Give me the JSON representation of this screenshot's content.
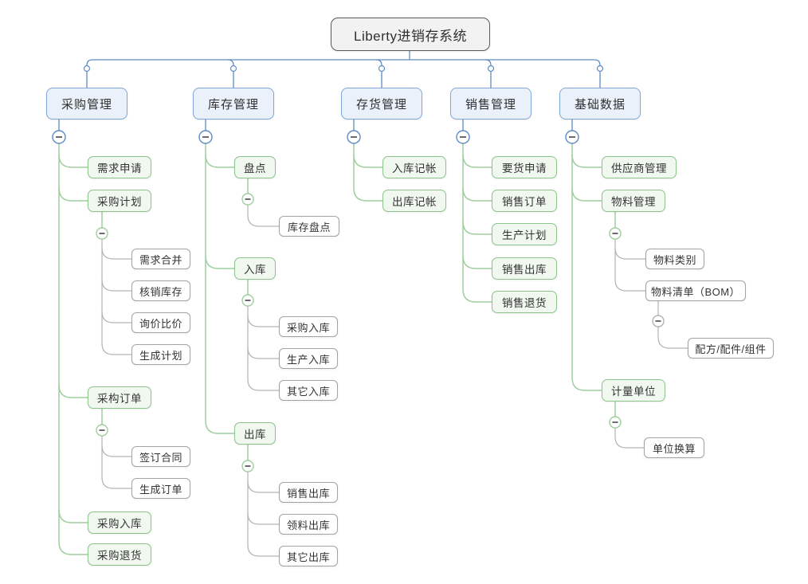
{
  "root": {
    "label": "Liberty进销存系统"
  },
  "branches": [
    {
      "label": "采购管理",
      "children": [
        {
          "label": "需求申请"
        },
        {
          "label": "采购计划",
          "children": [
            {
              "label": "需求合并"
            },
            {
              "label": "核销库存"
            },
            {
              "label": "询价比价"
            },
            {
              "label": "生成计划"
            }
          ]
        },
        {
          "label": "采构订单",
          "children": [
            {
              "label": "签订合同"
            },
            {
              "label": "生成订单"
            }
          ]
        },
        {
          "label": "采购入库"
        },
        {
          "label": "采购退货"
        }
      ]
    },
    {
      "label": "库存管理",
      "children": [
        {
          "label": "盘点",
          "children": [
            {
              "label": "库存盘点"
            }
          ]
        },
        {
          "label": "入库",
          "children": [
            {
              "label": "采购入库"
            },
            {
              "label": "生产入库"
            },
            {
              "label": "其它入库"
            }
          ]
        },
        {
          "label": "出库",
          "children": [
            {
              "label": "销售出库"
            },
            {
              "label": "领料出库"
            },
            {
              "label": "其它出库"
            }
          ]
        }
      ]
    },
    {
      "label": "存货管理",
      "children": [
        {
          "label": "入库记帐"
        },
        {
          "label": "出库记帐"
        }
      ]
    },
    {
      "label": "销售管理",
      "children": [
        {
          "label": "要货申请"
        },
        {
          "label": "销售订单"
        },
        {
          "label": "生产计划"
        },
        {
          "label": "销售出库"
        },
        {
          "label": "销售退货"
        }
      ]
    },
    {
      "label": "基础数据",
      "children": [
        {
          "label": "供应商管理"
        },
        {
          "label": "物料管理",
          "children": [
            {
              "label": "物料类别"
            },
            {
              "label": "物料清单（BOM）",
              "children": [
                {
                  "label": "配方/配件/组件"
                }
              ]
            }
          ]
        },
        {
          "label": "计量单位",
          "children": [
            {
              "label": "单位换算"
            }
          ]
        }
      ]
    }
  ],
  "colors": {
    "line_blue": "#5e8cc4",
    "blue_border": "#7ea7d8",
    "blue_fill": "#eaf1fa",
    "line_green": "#9fce9f",
    "green_border": "#8cc48c",
    "green_fill": "#f0f8ef",
    "line_gray": "#b3b3b3",
    "gray_border": "#a3a3a3",
    "root_border": "#5a5a5a",
    "root_fill": "#f2f2f2"
  }
}
